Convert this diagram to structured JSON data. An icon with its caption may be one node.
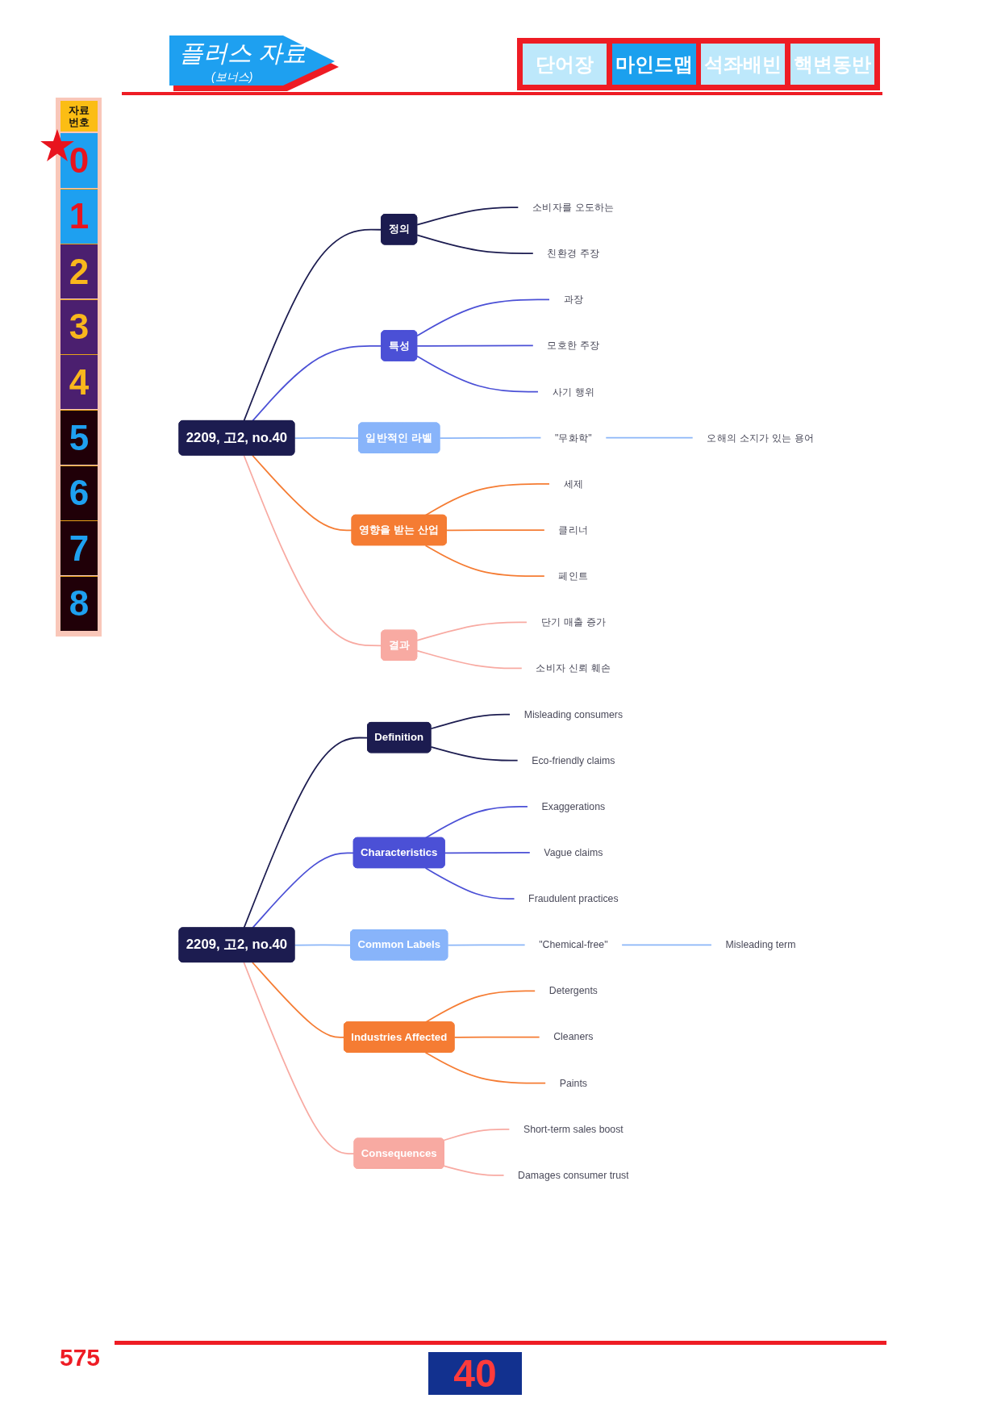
{
  "diagram": {
    "title": "플러스 자료",
    "nodes": [
      {
        "text": [
          "2209, 고2, no.40"
        ]
      },
      {
        "text": [
          "정의"
        ]
      },
      {
        "text": [
          "소비자를 오도하는"
        ]
      },
      {
        "text": [
          "친환경 주장"
        ]
      },
      {
        "text": [
          "특성"
        ]
      },
      {
        "text": [
          "과장"
        ]
      },
      {
        "text": [
          "모호한 주장"
        ]
      },
      {
        "text": [
          "사기 행위"
        ]
      },
      {
        "text": [
          "일반적인 라벨"
        ]
      },
      {
        "text": [
          "\"무화학\""
        ]
      },
      {
        "text": [
          "오해의 소지가 있는 용어"
        ]
      },
      {
        "text": [
          "영향을 받는 산업"
        ]
      },
      {
        "text": [
          "세제"
        ]
      },
      {
        "text": [
          "클리너"
        ]
      },
      {
        "text": [
          "페인트"
        ]
      },
      {
        "text": [
          "결과"
        ]
      },
      {
        "text": [
          "단기 매출 증가"
        ]
      },
      {
        "text": [
          "소비자 신뢰 훼손"
        ]
      },
      {
        "text": [
          "2209, 고2, no.40"
        ]
      },
      {
        "text": [
          "Definition"
        ]
      },
      {
        "text": [
          "Misleading consumers"
        ]
      },
      {
        "text": [
          "Eco-friendly claims"
        ]
      },
      {
        "text": [
          "Characteristics"
        ]
      },
      {
        "text": [
          "Exaggerations"
        ]
      },
      {
        "text": [
          "Vague claims"
        ]
      },
      {
        "text": [
          "Fraudulent practices"
        ]
      },
      {
        "text": [
          "Common Labels"
        ]
      },
      {
        "text": [
          "\"Chemical-free\""
        ]
      },
      {
        "text": [
          "Misleading term"
        ]
      },
      {
        "text": [
          "Industries Affected"
        ]
      },
      {
        "text": [
          "Detergents"
        ]
      },
      {
        "text": [
          "Cleaners"
        ]
      },
      {
        "text": [
          "Paints"
        ]
      },
      {
        "text": [
          "Consequences"
        ]
      },
      {
        "text": [
          "Short-term sales boost"
        ]
      },
      {
        "text": [
          "Damages consumer trust"
        ]
      }
    ],
    "edges": [
      {
        "from": 0,
        "to": 1,
        "arrow": "none",
        "color": "#1c1c50"
      },
      {
        "from": 1,
        "to": 2,
        "arrow": "none",
        "color": "#1c1c50"
      },
      {
        "from": 1,
        "to": 3,
        "arrow": "none",
        "color": "#1c1c50"
      },
      {
        "from": 0,
        "to": 4,
        "arrow": "none",
        "color": "#4b50d6"
      },
      {
        "from": 4,
        "to": 5,
        "arrow": "none",
        "color": "#4b50d6"
      },
      {
        "from": 4,
        "to": 6,
        "arrow": "none",
        "color": "#4b50d6"
      },
      {
        "from": 4,
        "to": 7,
        "arrow": "none",
        "color": "#4b50d6"
      },
      {
        "from": 0,
        "to": 8,
        "arrow": "none",
        "color": "#8cb6f8"
      },
      {
        "from": 8,
        "to": 9,
        "arrow": "none",
        "color": "#8cb6f8"
      },
      {
        "from": 9,
        "to": 10,
        "arrow": "none",
        "color": "#8cb6f8"
      },
      {
        "from": 0,
        "to": 11,
        "arrow": "none",
        "color": "#f57c33"
      },
      {
        "from": 11,
        "to": 12,
        "arrow": "none",
        "color": "#f57c33"
      },
      {
        "from": 11,
        "to": 13,
        "arrow": "none",
        "color": "#f57c33"
      },
      {
        "from": 11,
        "to": 14,
        "arrow": "none",
        "color": "#f57c33"
      },
      {
        "from": 0,
        "to": 15,
        "arrow": "none",
        "color": "#f8aaa2"
      },
      {
        "from": 15,
        "to": 16,
        "arrow": "none",
        "color": "#f8aaa2"
      },
      {
        "from": 15,
        "to": 17,
        "arrow": "none",
        "color": "#f8aaa2"
      },
      {
        "from": 18,
        "to": 19,
        "arrow": "none",
        "color": "#1c1c50"
      },
      {
        "from": 19,
        "to": 20,
        "arrow": "none",
        "color": "#1c1c50"
      },
      {
        "from": 19,
        "to": 21,
        "arrow": "none",
        "color": "#1c1c50"
      },
      {
        "from": 18,
        "to": 22,
        "arrow": "none",
        "color": "#4b50d6"
      },
      {
        "from": 22,
        "to": 23,
        "arrow": "none",
        "color": "#4b50d6"
      },
      {
        "from": 22,
        "to": 24,
        "arrow": "none",
        "color": "#4b50d6"
      },
      {
        "from": 22,
        "to": 25,
        "arrow": "none",
        "color": "#4b50d6"
      },
      {
        "from": 18,
        "to": 26,
        "arrow": "none",
        "color": "#8cb6f8"
      },
      {
        "from": 26,
        "to": 27,
        "arrow": "none",
        "color": "#8cb6f8"
      },
      {
        "from": 27,
        "to": 28,
        "arrow": "none",
        "color": "#8cb6f8"
      },
      {
        "from": 18,
        "to": 29,
        "arrow": "none",
        "color": "#f57c33"
      },
      {
        "from": 29,
        "to": 30,
        "arrow": "none",
        "color": "#f57c33"
      },
      {
        "from": 29,
        "to": 31,
        "arrow": "none",
        "color": "#f57c33"
      },
      {
        "from": 29,
        "to": 32,
        "arrow": "none",
        "color": "#f57c33"
      },
      {
        "from": 18,
        "to": 33,
        "arrow": "none",
        "color": "#f8aaa2"
      },
      {
        "from": 33,
        "to": 34,
        "arrow": "none",
        "color": "#f8aaa2"
      },
      {
        "from": 33,
        "to": 35,
        "arrow": "none",
        "color": "#f8aaa2"
      }
    ],
    "labels": [
      "(보너스)",
      "단어장",
      "마인드맵",
      "석좌배빈",
      "핵변동반",
      "자료 번호",
      "0",
      "1",
      "2",
      "3",
      "4",
      "5",
      "6",
      "7",
      "8",
      "575",
      "40"
    ]
  }
}
